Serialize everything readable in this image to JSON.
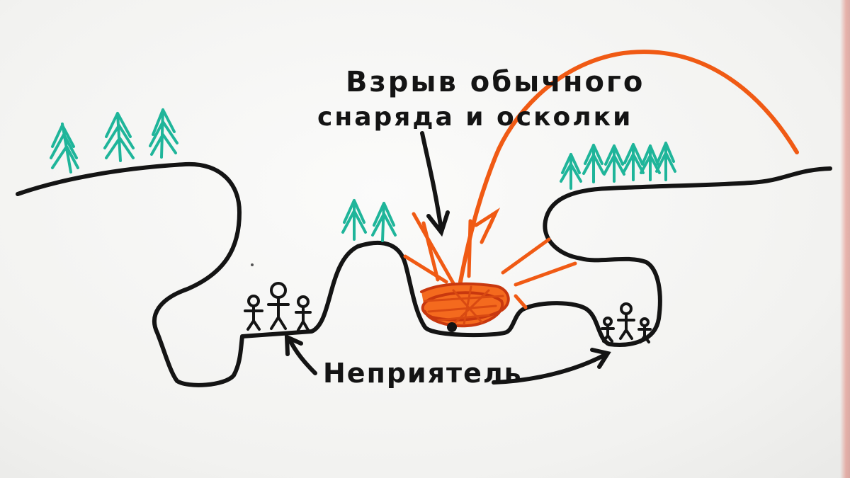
{
  "labels": {
    "title_line_1": "Взрыв обычного",
    "title_line_2": "снаряда и осколки",
    "enemy": "Неприятель"
  },
  "colors": {
    "ink": "#141414",
    "trees": "#1fb59a",
    "explosion": "#f05a14",
    "explosion_dark": "#c8380f",
    "board": "#f6f6f4"
  },
  "icons": [
    "tree-icon",
    "enemy-soldier-icon",
    "explosion-icon",
    "arrow-icon"
  ]
}
